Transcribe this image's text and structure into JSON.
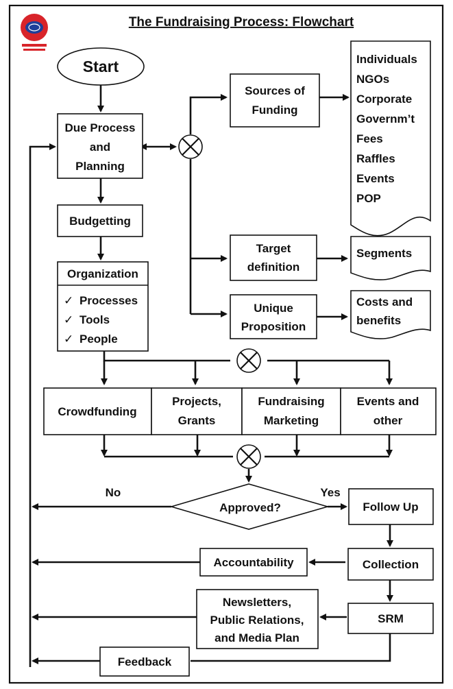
{
  "title": "The Fundraising Process: Flowchart",
  "logo": {
    "icon": "organization-seal",
    "color_outer": "#d8242a",
    "color_inner": "#1d3f9a",
    "caption_color": "#d8242a"
  },
  "start": "Start",
  "due_process": [
    "Due Process",
    "and",
    "Planning"
  ],
  "budgetting": "Budgetting",
  "organization": {
    "header": "Organization",
    "items": [
      "Processes",
      "Tools",
      "People"
    ],
    "check": "✓"
  },
  "sources": {
    "label": [
      "Sources of",
      "Funding"
    ],
    "list": [
      "Individuals",
      "NGOs",
      "Corporate",
      "Governm’t",
      "Fees",
      "Raffles",
      "Events",
      "POP"
    ]
  },
  "target": {
    "label": [
      "Target",
      "definition"
    ],
    "result": [
      "Segments"
    ]
  },
  "unique": {
    "label": [
      "Unique",
      "Proposition"
    ],
    "result": [
      "Costs and",
      "benefits"
    ]
  },
  "channels": [
    {
      "lines": [
        "Crowdfunding"
      ]
    },
    {
      "lines": [
        "Projects,",
        "Grants"
      ]
    },
    {
      "lines": [
        "Fundraising",
        "Marketing"
      ]
    },
    {
      "lines": [
        "Events and",
        "other"
      ]
    }
  ],
  "decision": {
    "label": "Approved?",
    "no": "No",
    "yes": "Yes"
  },
  "follow_up": "Follow Up",
  "collection": "Collection",
  "accountability": "Accountability",
  "srm": "SRM",
  "newsletters": [
    "Newsletters,",
    "Public Relations,",
    "and Media Plan"
  ],
  "feedback": "Feedback",
  "junction_icon": "circle-x-junction"
}
